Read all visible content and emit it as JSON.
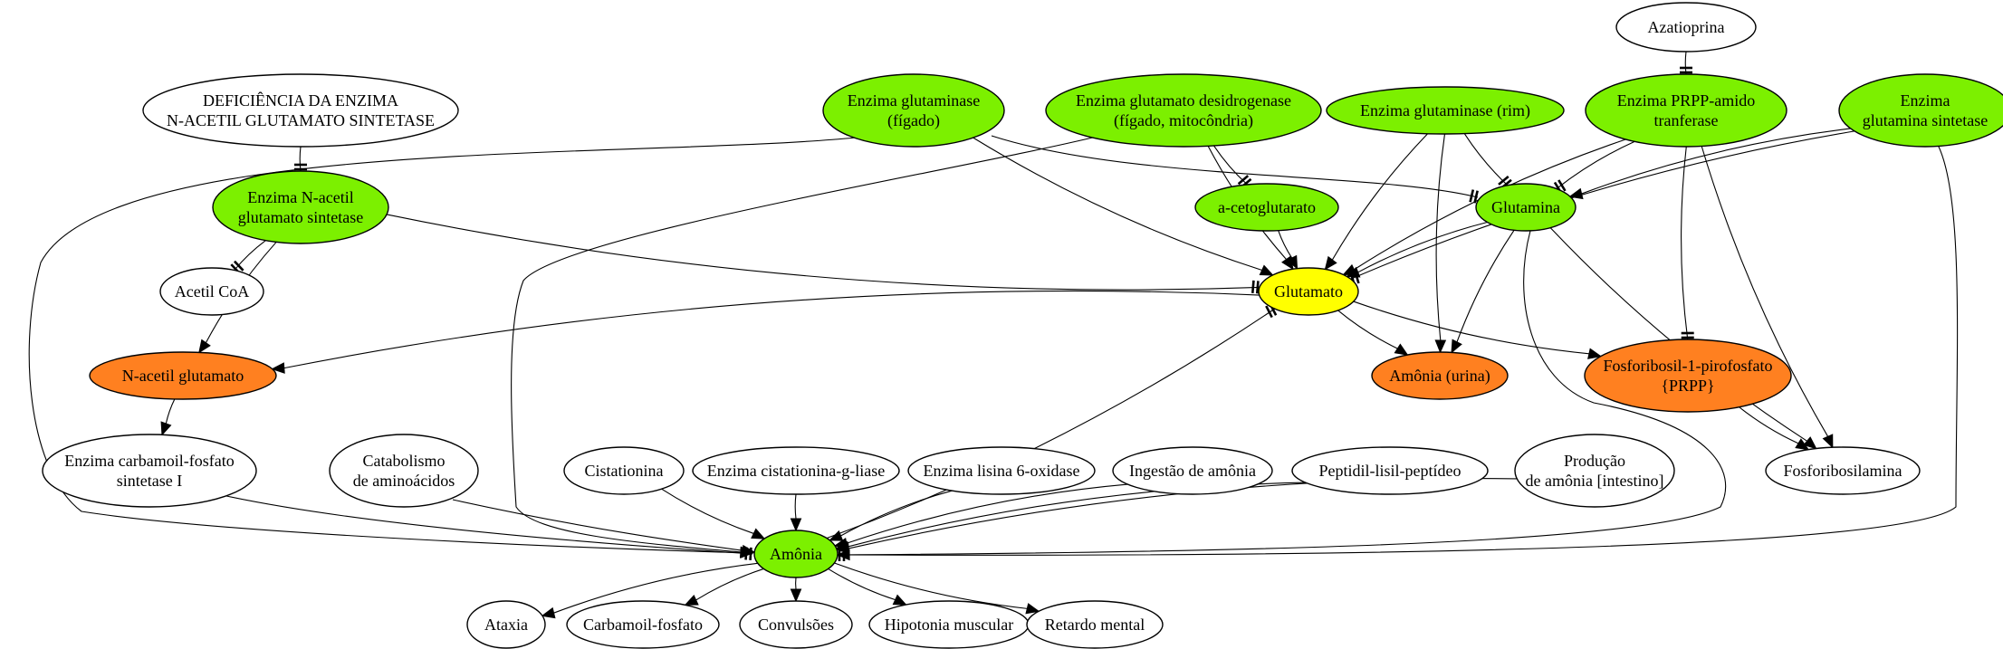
{
  "colors": {
    "green": "#7cf000",
    "orange": "#ff8020",
    "yellow": "#ffff00",
    "white": "#ffffff"
  },
  "nodes": {
    "azatioprina": {
      "lines": [
        "Azatioprina"
      ],
      "fill": "white"
    },
    "deficiencia": {
      "lines": [
        "DEFICIÊNCIA DA ENZIMA",
        "N-ACETIL GLUTAMATO SINTETASE"
      ],
      "fill": "white"
    },
    "glutaminase_figado": {
      "lines": [
        "Enzima glutaminase",
        "(fígado)"
      ],
      "fill": "green"
    },
    "glutamato_desidrogenase": {
      "lines": [
        "Enzima glutamato desidrogenase",
        "(fígado, mitocôndria)"
      ],
      "fill": "green"
    },
    "glutaminase_rim": {
      "lines": [
        "Enzima glutaminase (rim)"
      ],
      "fill": "green"
    },
    "prpp_amido": {
      "lines": [
        "Enzima PRPP-amido",
        "tranferase"
      ],
      "fill": "green"
    },
    "glutamina_sintetase": {
      "lines": [
        "Enzima",
        "glutamina sintetase"
      ],
      "fill": "green"
    },
    "nacetil_sintetase": {
      "lines": [
        "Enzima N-acetil",
        "glutamato sintetase"
      ],
      "fill": "green"
    },
    "acetoglutarato": {
      "lines": [
        "a-cetoglutarato"
      ],
      "fill": "green"
    },
    "glutamina": {
      "lines": [
        "Glutamina"
      ],
      "fill": "green"
    },
    "acetil_coa": {
      "lines": [
        "Acetil CoA"
      ],
      "fill": "white"
    },
    "glutamato": {
      "lines": [
        "Glutamato"
      ],
      "fill": "yellow"
    },
    "nacetil_glutamato": {
      "lines": [
        "N-acetil glutamato"
      ],
      "fill": "orange"
    },
    "amonia_urina": {
      "lines": [
        "Amônia (urina)"
      ],
      "fill": "orange"
    },
    "prpp": {
      "lines": [
        "Fosforibosil-1-pirofosfato",
        "{PRPP}"
      ],
      "fill": "orange"
    },
    "carbamoil_sintetase": {
      "lines": [
        "Enzima carbamoil-fosfato",
        "sintetase I"
      ],
      "fill": "white"
    },
    "catabolismo": {
      "lines": [
        "Catabolismo",
        "de aminoácidos"
      ],
      "fill": "white"
    },
    "cistationina": {
      "lines": [
        "Cistationina"
      ],
      "fill": "white"
    },
    "cistationina_liase": {
      "lines": [
        "Enzima cistationina-g-liase"
      ],
      "fill": "white"
    },
    "lisina_oxidase": {
      "lines": [
        "Enzima lisina 6-oxidase"
      ],
      "fill": "white"
    },
    "ingestao": {
      "lines": [
        "Ingestão de amônia"
      ],
      "fill": "white"
    },
    "peptidil": {
      "lines": [
        "Peptidil-lisil-peptídeo"
      ],
      "fill": "white"
    },
    "producao": {
      "lines": [
        "Produção",
        "de amônia [intestino]"
      ],
      "fill": "white"
    },
    "fosforibosilamina": {
      "lines": [
        "Fosforibosilamina"
      ],
      "fill": "white"
    },
    "amonia": {
      "lines": [
        "Amônia"
      ],
      "fill": "green"
    },
    "ataxia": {
      "lines": [
        "Ataxia"
      ],
      "fill": "white"
    },
    "carbamoil_fosfato": {
      "lines": [
        "Carbamoil-fosfato"
      ],
      "fill": "white"
    },
    "convulsoes": {
      "lines": [
        "Convulsões"
      ],
      "fill": "white"
    },
    "hipotonia": {
      "lines": [
        "Hipotonia muscular"
      ],
      "fill": "white"
    },
    "retardo": {
      "lines": [
        "Retardo mental"
      ],
      "fill": "white"
    }
  },
  "edges": [
    {
      "from": "azatioprina",
      "to": "prpp_amido",
      "type": "inhibit"
    },
    {
      "from": "deficiencia",
      "to": "nacetil_sintetase",
      "type": "inhibit"
    },
    {
      "from": "glutaminase_figado",
      "to": "amonia",
      "type": "activate"
    },
    {
      "from": "glutaminase_figado",
      "to": "glutamato",
      "type": "activate"
    },
    {
      "from": "glutaminase_figado",
      "to": "glutamina",
      "type": "inhibit"
    },
    {
      "from": "glutamato_desidrogenase",
      "to": "amonia",
      "type": "activate"
    },
    {
      "from": "glutamato_desidrogenase",
      "to": "acetoglutarato",
      "type": "inhibit"
    },
    {
      "from": "glutamato_desidrogenase",
      "to": "glutamato",
      "type": "activate"
    },
    {
      "from": "glutaminase_rim",
      "to": "glutamato",
      "type": "activate"
    },
    {
      "from": "glutaminase_rim",
      "to": "amonia_urina",
      "type": "activate"
    },
    {
      "from": "glutaminase_rim",
      "to": "glutamina",
      "type": "inhibit"
    },
    {
      "from": "prpp_amido",
      "to": "glutamato",
      "type": "activate"
    },
    {
      "from": "prpp_amido",
      "to": "glutamina",
      "type": "inhibit"
    },
    {
      "from": "prpp_amido",
      "to": "prpp",
      "type": "inhibit"
    },
    {
      "from": "prpp_amido",
      "to": "fosforibosilamina",
      "type": "activate"
    },
    {
      "from": "glutamina_sintetase",
      "to": "glutamina",
      "type": "activate"
    },
    {
      "from": "glutamina_sintetase",
      "to": "glutamato",
      "type": "inhibit"
    },
    {
      "from": "glutamina_sintetase",
      "to": "amonia",
      "type": "inhibit"
    },
    {
      "from": "nacetil_sintetase",
      "to": "acetil_coa",
      "type": "inhibit"
    },
    {
      "from": "nacetil_sintetase",
      "to": "glutamato",
      "type": "inhibit"
    },
    {
      "from": "nacetil_sintetase",
      "to": "nacetil_glutamato",
      "type": "activate"
    },
    {
      "from": "acetoglutarato",
      "to": "glutamato",
      "type": "activate"
    },
    {
      "from": "glutamina",
      "to": "glutamato",
      "type": "activate"
    },
    {
      "from": "glutamina",
      "to": "amonia_urina",
      "type": "activate"
    },
    {
      "from": "glutamina",
      "to": "fosforibosilamina",
      "type": "activate"
    },
    {
      "from": "glutamina",
      "to": "amonia",
      "type": "activate"
    },
    {
      "from": "glutamato",
      "to": "nacetil_glutamato",
      "type": "activate"
    },
    {
      "from": "glutamato",
      "to": "amonia_urina",
      "type": "activate"
    },
    {
      "from": "glutamato",
      "to": "prpp",
      "type": "activate"
    },
    {
      "from": "nacetil_glutamato",
      "to": "carbamoil_sintetase",
      "type": "activate"
    },
    {
      "from": "prpp",
      "to": "fosforibosilamina",
      "type": "activate"
    },
    {
      "from": "carbamoil_sintetase",
      "to": "amonia",
      "type": "inhibit"
    },
    {
      "from": "catabolismo",
      "to": "amonia",
      "type": "activate"
    },
    {
      "from": "cistationina",
      "to": "amonia",
      "type": "activate"
    },
    {
      "from": "cistationina_liase",
      "to": "amonia",
      "type": "activate"
    },
    {
      "from": "lisina_oxidase",
      "to": "amonia",
      "type": "activate"
    },
    {
      "from": "ingestao",
      "to": "amonia",
      "type": "activate"
    },
    {
      "from": "peptidil",
      "to": "amonia",
      "type": "activate"
    },
    {
      "from": "producao",
      "to": "amonia",
      "type": "activate"
    },
    {
      "from": "amonia",
      "to": "glutamato",
      "type": "inhibit"
    },
    {
      "from": "amonia",
      "to": "ataxia",
      "type": "activate"
    },
    {
      "from": "amonia",
      "to": "carbamoil_fosfato",
      "type": "activate"
    },
    {
      "from": "amonia",
      "to": "convulsoes",
      "type": "activate"
    },
    {
      "from": "amonia",
      "to": "hipotonia",
      "type": "activate"
    },
    {
      "from": "amonia",
      "to": "retardo",
      "type": "activate"
    }
  ]
}
